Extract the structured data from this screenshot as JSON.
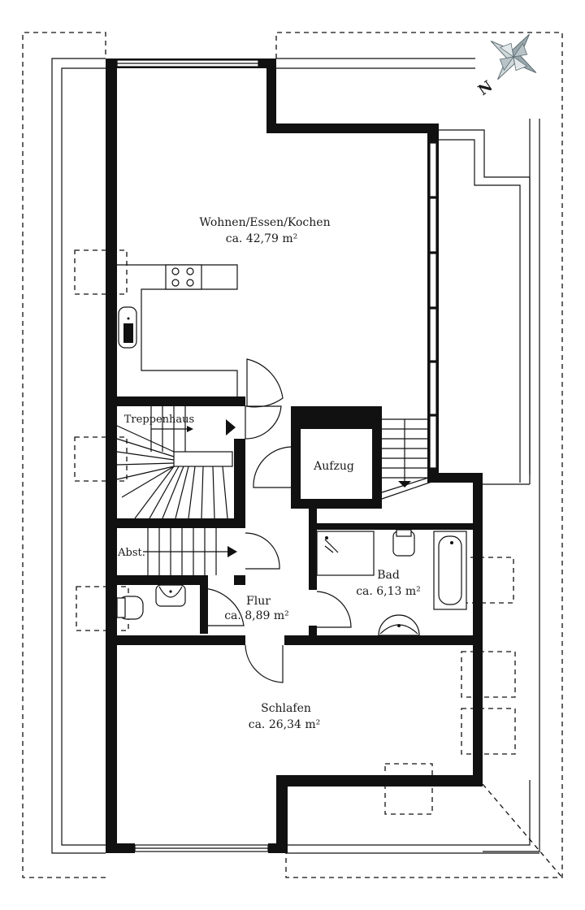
{
  "rooms": {
    "wohnen": {
      "name": "Wohnen/Essen/Kochen",
      "area": "ca. 42,79 m²"
    },
    "treppenhaus": {
      "name": "Treppenhaus"
    },
    "aufzug": {
      "name": "Aufzug"
    },
    "abst": {
      "name": "Abst."
    },
    "flur": {
      "name": "Flur",
      "area": "ca. 8,89 m²"
    },
    "bad": {
      "name": "Bad",
      "area": "ca. 6,13 m²"
    },
    "schlafen": {
      "name": "Schlafen",
      "area": "ca. 26,34 m²"
    }
  },
  "compass": {
    "label": "N"
  },
  "colors": {
    "wall": "#111111",
    "background": "#ffffff",
    "compass": "#8a9aa0"
  }
}
